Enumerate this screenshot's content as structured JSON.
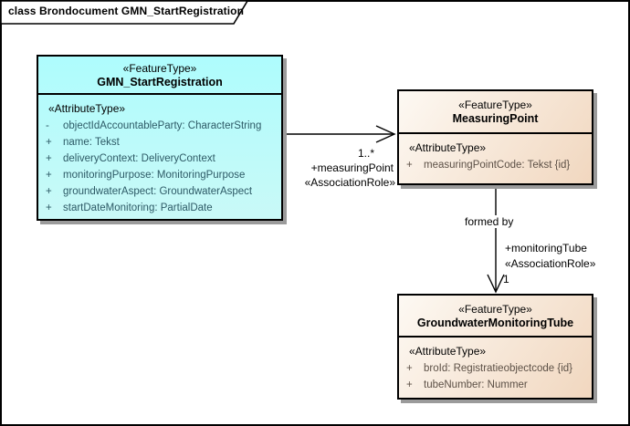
{
  "frame": {
    "title": "class Brondocument GMN_StartRegistration"
  },
  "colors": {
    "cyan_fill_top": "#AEFCFD",
    "cyan_fill_bottom": "#C9F9F7",
    "peach_fill_top": "#FDF9F3",
    "peach_fill_bottom": "#F1D7BF",
    "box_border": "#000000",
    "box_shadow": "#9B9B9B",
    "cyan_attribute_text": "#2D5A66",
    "peach_attribute_text": "#5C5046"
  },
  "classes": [
    {
      "stereotype": "«FeatureType»",
      "name": "GMN_StartRegistration",
      "attr_stereotype": "«AttributeType»",
      "attributes": [
        {
          "vis": "-",
          "text": "objectIdAccountableParty: CharacterString"
        },
        {
          "vis": "+",
          "text": "name: Tekst"
        },
        {
          "vis": "+",
          "text": "deliveryContext: DeliveryContext"
        },
        {
          "vis": "+",
          "text": "monitoringPurpose: MonitoringPurpose"
        },
        {
          "vis": "+",
          "text": "groundwaterAspect: GroundwaterAspect"
        },
        {
          "vis": "+",
          "text": "startDateMonitoring: PartialDate"
        }
      ]
    },
    {
      "stereotype": "«FeatureType»",
      "name": "MeasuringPoint",
      "attr_stereotype": "«AttributeType»",
      "attributes": [
        {
          "vis": "+",
          "text": "measuringPointCode: Tekst {id}"
        }
      ]
    },
    {
      "stereotype": "«FeatureType»",
      "name": "GroundwaterMonitoringTube",
      "attr_stereotype": "«AttributeType»",
      "attributes": [
        {
          "vis": "+",
          "text": "broId: Registratieobjectcode {id}"
        },
        {
          "vis": "+",
          "text": "tubeNumber: Nummer"
        }
      ]
    }
  ],
  "associations": [
    {
      "source": "GMN_StartRegistration",
      "target": "MeasuringPoint",
      "multiplicity": "1..*",
      "role": "+measuringPoint",
      "stereotype": "«AssociationRole»"
    },
    {
      "source": "MeasuringPoint",
      "target": "GroundwaterMonitoringTube",
      "name": "formed by",
      "multiplicity": "1",
      "role": "+monitoringTube",
      "stereotype": "«AssociationRole»"
    }
  ]
}
